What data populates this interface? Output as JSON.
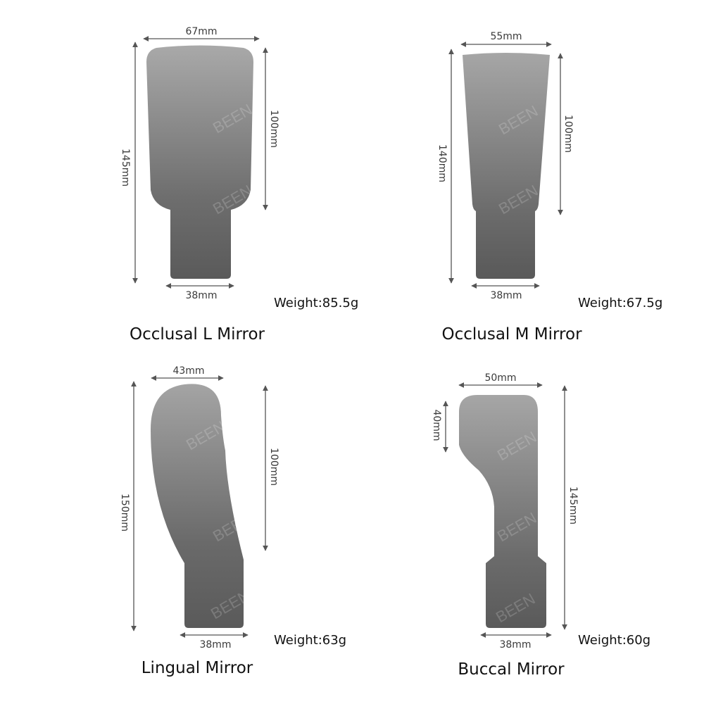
{
  "colors": {
    "mirror_top": "#a8a8a8",
    "mirror_bottom": "#5a5a5a",
    "handle": "#5c5c5c",
    "dimension_line": "#555555",
    "text": "#111111"
  },
  "watermark": "BEEN",
  "mirrors": [
    {
      "name": "Occlusal L Mirror",
      "weight": "Weight:85.5g",
      "top_width": "67mm",
      "mirror_length": "100mm",
      "total_length": "145mm",
      "handle_width": "38mm"
    },
    {
      "name": "Occlusal M Mirror",
      "weight": "Weight:67.5g",
      "top_width": "55mm",
      "mirror_length": "100mm",
      "total_length": "140mm",
      "handle_width": "38mm"
    },
    {
      "name": "Lingual Mirror",
      "weight": "Weight:63g",
      "top_width": "43mm",
      "mirror_length": "100mm",
      "total_length": "150mm",
      "handle_width": "38mm"
    },
    {
      "name": "Buccal Mirror",
      "weight": "Weight:60g",
      "top_width": "50mm",
      "head_length": "40mm",
      "total_length": "145mm",
      "handle_width": "38mm"
    }
  ]
}
